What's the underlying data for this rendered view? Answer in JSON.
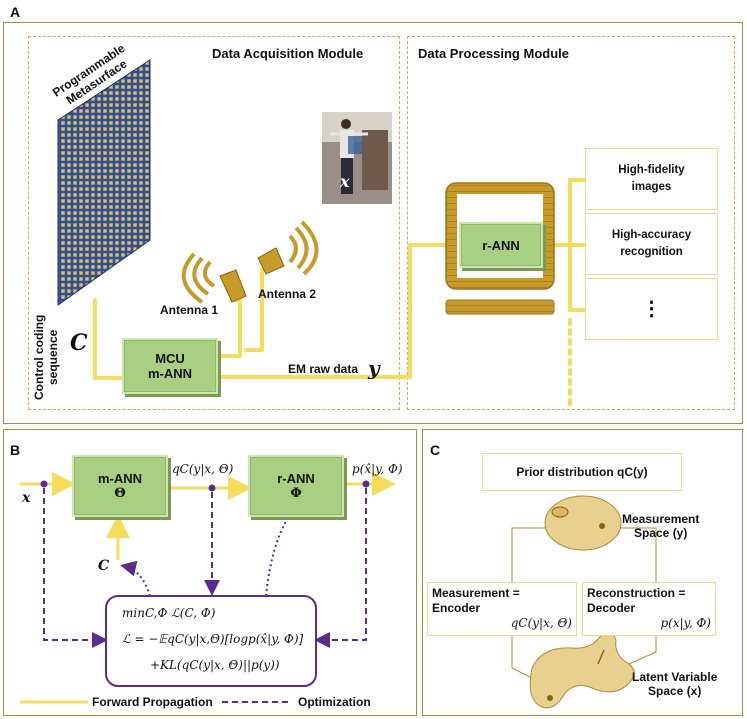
{
  "panel_a": {
    "label": "A",
    "acq_title": "Data Acquisition Module",
    "proc_title": "Data Processing Module",
    "metasurface_label": "Programmable\nMetasurface",
    "coding_label": "Control coding\nsequence",
    "c_symbol": "C",
    "mcu_line1": "MCU",
    "mcu_line2": "m-ANN",
    "antenna1": "Antenna 1",
    "antenna2": "Antenna 2",
    "x_symbol": "x",
    "em_label": "EM raw data",
    "y_symbol": "y",
    "rann": "r-ANN",
    "out1": "High-fidelity images",
    "out2": "High-accuracy recognition",
    "out3": "⋮"
  },
  "panel_b": {
    "label": "B",
    "x": "x",
    "mann": "m-ANN",
    "theta": "Θ",
    "q_label": "qC(y|x, Θ)",
    "rann": "r-ANN",
    "phi": "Φ",
    "p_label": "p(x̂|y, Φ)",
    "c": "C",
    "eq1": "minC,Φ ℒ(C, Φ)",
    "eq2": "ℒ = −𝔼qC(y|x,Θ)[logp(x̂|y, Φ)]",
    "eq3": "+KL(qC(y|x, Θ)||p(y))",
    "legend_forward": "Forward Propagation",
    "legend_opt": "Optimization"
  },
  "panel_c": {
    "label": "C",
    "prior": "Prior distribution qC(y)",
    "meas_space_1": "Measurement",
    "meas_space_2": "Space (y)",
    "encoder_1": "Measurement =",
    "encoder_2": "Encoder",
    "encoder_eq": "qC(y|x, Θ)",
    "decoder_1": "Reconstruction =",
    "decoder_2": "Decoder",
    "decoder_eq": "p(x|y, Φ)",
    "latent_1": "Latent Variable",
    "latent_2": "Space (x)"
  },
  "colors": {
    "signal_line": "#f5dc5c",
    "box_green": "#a9cf83",
    "dashed_purple": "#5b2c8f",
    "panel_border": "#b08a3c",
    "computer": "#c79a2a",
    "metasurface_blue": "#2e4fa0",
    "metasurface_yellow": "#e8c24b"
  }
}
